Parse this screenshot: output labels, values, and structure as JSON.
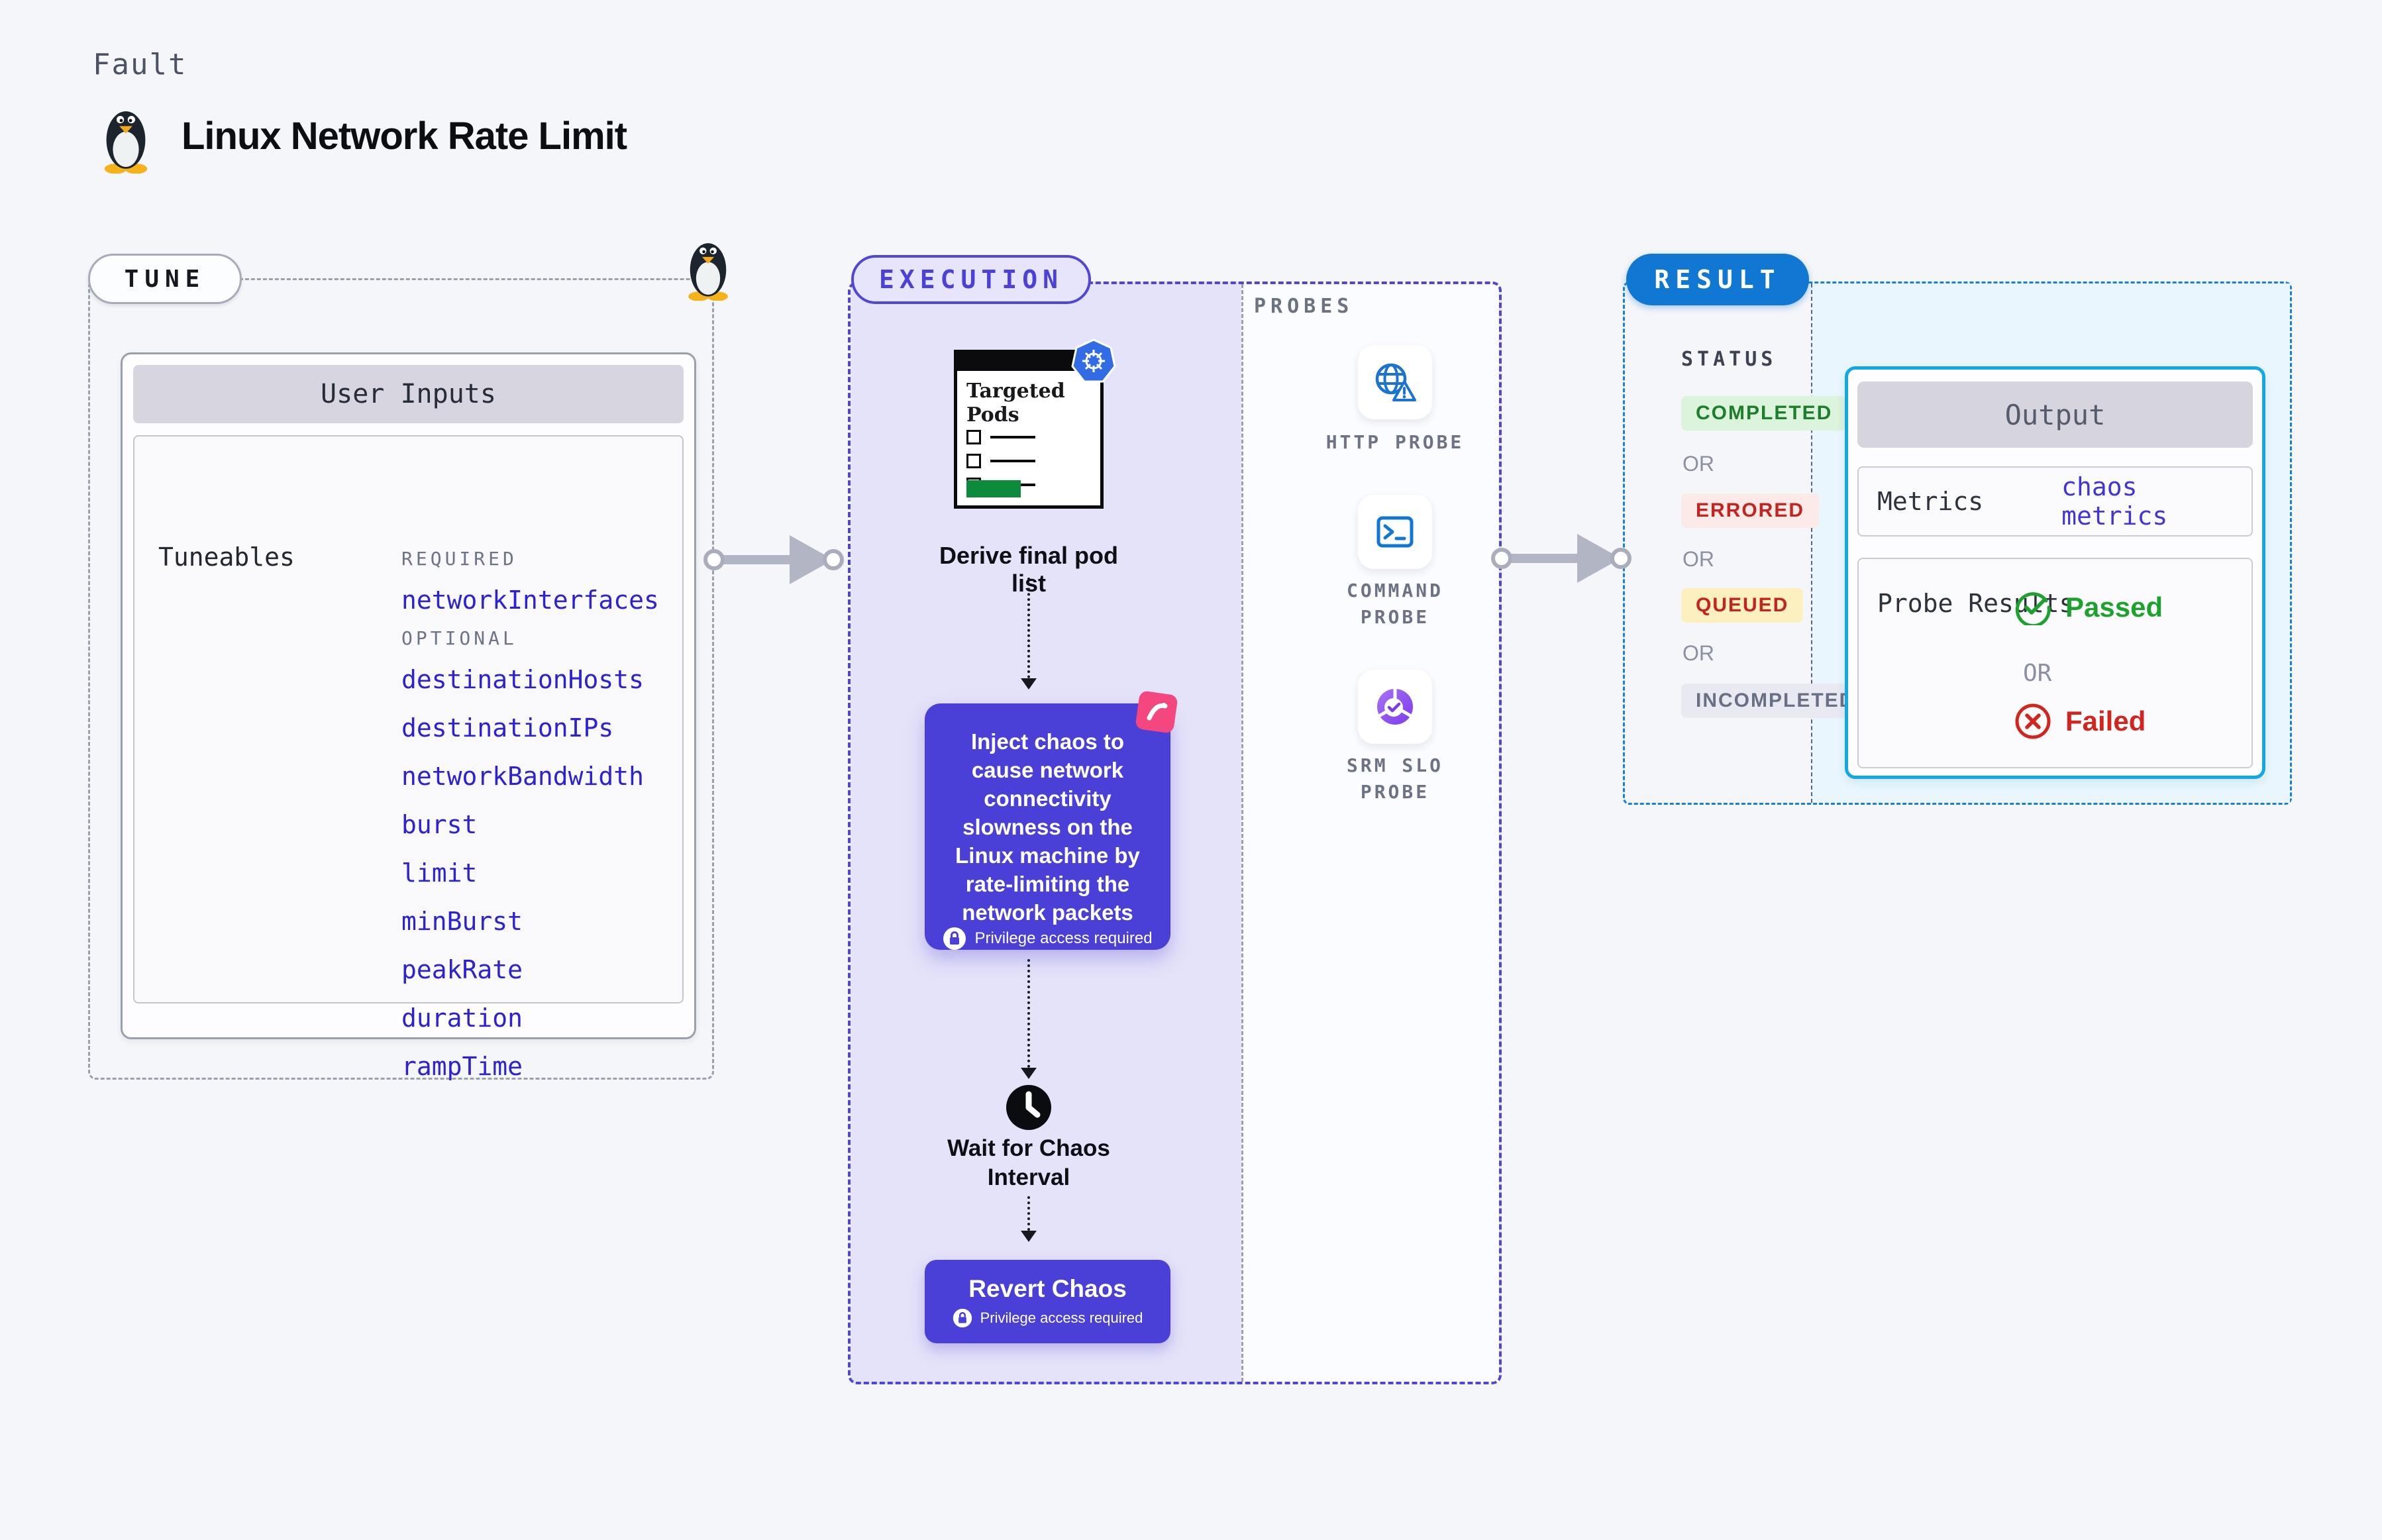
{
  "header": {
    "kicker": "Fault",
    "title": "Linux Network Rate Limit"
  },
  "tune": {
    "label": "TUNE",
    "panel_title": "User Inputs",
    "tuneables_label": "Tuneables",
    "required_label": "REQUIRED",
    "required_items": [
      "networkInterfaces"
    ],
    "optional_label": "OPTIONAL",
    "optional_items": [
      "destinationHosts",
      "destinationIPs",
      "networkBandwidth",
      "burst",
      "limit",
      "minBurst",
      "peakRate",
      "duration",
      "rampTime"
    ]
  },
  "execution": {
    "label": "EXECUTION",
    "targeted_pods_title": "Targeted Pods",
    "derive_label": "Derive final pod list",
    "inject_text": "Inject chaos to cause network connectivity slowness on the Linux machine by rate-limiting the network packets",
    "privilege_label": "Privilege access required",
    "wait_label": "Wait for Chaos Interval",
    "revert_label": "Revert Chaos"
  },
  "probes": {
    "label": "PROBES",
    "items": [
      {
        "name": "HTTP PROBE",
        "icon": "globe-alert-icon"
      },
      {
        "name": "COMMAND PROBE",
        "icon": "terminal-icon"
      },
      {
        "name": "SRM SLO PROBE",
        "icon": "slo-donut-icon"
      }
    ]
  },
  "result": {
    "label": "RESULT",
    "status_label": "STATUS",
    "or_label": "OR",
    "statuses": [
      {
        "label": "COMPLETED",
        "bg": "#dcf3dc",
        "fg": "#1d7e2b"
      },
      {
        "label": "ERRORED",
        "bg": "#fceae8",
        "fg": "#c3251e"
      },
      {
        "label": "QUEUED",
        "bg": "#fcefc0",
        "fg": "#c3251e"
      },
      {
        "label": "INCOMPLETED",
        "bg": "#e9e9f1",
        "fg": "#697083"
      }
    ],
    "output": {
      "title": "Output",
      "metrics_label": "Metrics",
      "metrics_value": "chaos metrics",
      "probe_results_label": "Probe Results",
      "passed_label": "Passed",
      "failed_label": "Failed"
    }
  },
  "colors": {
    "accent_indigo": "#4a3fd6",
    "accent_blue": "#1077d2",
    "output_border": "#14a7e8",
    "exec_fill": "#e5e3f9",
    "result_fill": "#e9f6fd",
    "link_blue": "#2d22d3",
    "passed_green": "#1ca32e",
    "failed_red": "#d2251d"
  }
}
